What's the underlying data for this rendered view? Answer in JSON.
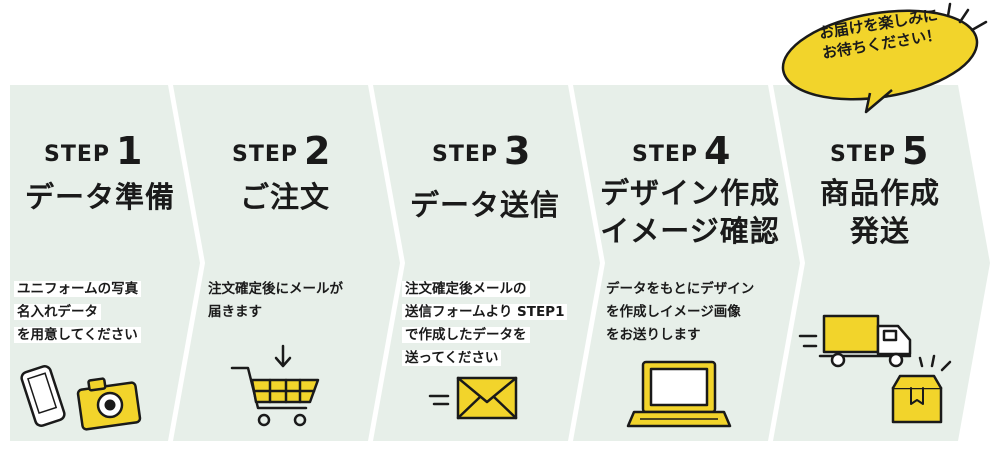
{
  "colors": {
    "panel": "#e7efe9",
    "accent": "#f2d42b",
    "ink": "#1a1a1a",
    "highlight": "#ffffff"
  },
  "bubble": {
    "lines": [
      "お届けを楽しみに",
      "お待ちください！"
    ]
  },
  "steps": [
    {
      "label": "STEP",
      "number": "1",
      "title_lines": [
        "データ準備"
      ],
      "desc_lines": [
        "ユニフォームの写真",
        "名入れデータ",
        "を用意してください"
      ],
      "highlight": true,
      "icon": "phone-camera-icon"
    },
    {
      "label": "STEP",
      "number": "2",
      "title_lines": [
        "ご注文"
      ],
      "desc_lines": [
        "注文確定後にメールが",
        "届きます"
      ],
      "highlight": false,
      "icon": "shopping-cart-icon"
    },
    {
      "label": "STEP",
      "number": "3",
      "title_lines": [
        "データ送信"
      ],
      "desc_lines": [
        "注文確定後メールの",
        "送信フォームより STEP1",
        "で作成したデータを",
        "送ってください"
      ],
      "highlight": true,
      "icon": "mail-envelope-icon"
    },
    {
      "label": "STEP",
      "number": "4",
      "title_lines": [
        "デザイン作成",
        "イメージ確認"
      ],
      "desc_lines": [
        "データをもとにデザイン",
        "を作成しイメージ画像",
        "をお送りします"
      ],
      "highlight": false,
      "icon": "laptop-icon"
    },
    {
      "label": "STEP",
      "number": "5",
      "title_lines": [
        "商品作成",
        "発送"
      ],
      "desc_lines": [],
      "highlight": false,
      "icon": "delivery-truck-box-icon"
    }
  ]
}
